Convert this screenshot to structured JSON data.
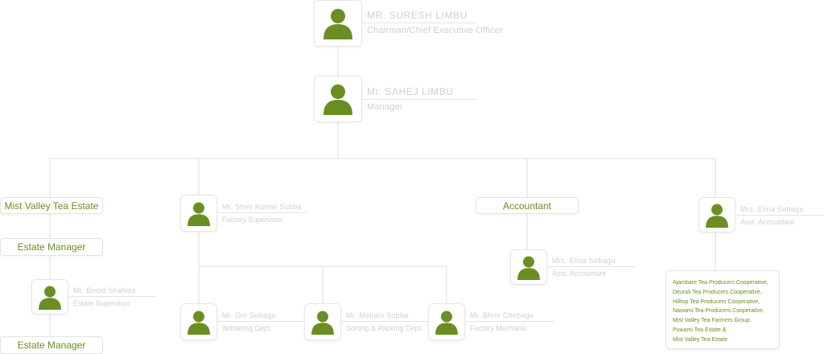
{
  "colors": {
    "accent": "#6b8e23",
    "line": "#dcdcdc",
    "muted": "#cfcfcf"
  },
  "icon": "person-icon",
  "people": {
    "suresh": {
      "name": "MR. SURESH LIMBU",
      "title": "Chairman/Chief Executive Officer"
    },
    "sahej": {
      "name": "Mr. SAHEJ LIMBU",
      "title": "Manager"
    },
    "shim": {
      "name": "Mr. Shim Kumar Subba",
      "title": "Factory Supervisor"
    },
    "elina_top": {
      "name": "Mrs. Elina Sebagu",
      "title": "Asst. Accountant"
    },
    "elina_mid": {
      "name": "Mrs. Elina Sebagu",
      "title": "Asst. Accountant"
    },
    "binod": {
      "name": "Mr. Binod Shahiss",
      "title": "Estate Supervisor"
    },
    "om": {
      "name": "Mr. Om Sebagu",
      "title": "Withering Dept."
    },
    "mehalu": {
      "name": "Mr. Mehalu Subba",
      "title": "Sorting & Packing Dept."
    },
    "bhim": {
      "name": "Mr. Bhim Chebagu",
      "title": "Factory Mechanic"
    }
  },
  "boxes": {
    "mist_valley": "Mist Valley Tea Estate",
    "estate_manager_1": "Estate Manager",
    "accountant": "Accountant",
    "estate_manager_2": "Estate Manager"
  },
  "cooperatives": [
    "Ajambare Tea Producers Cooperative,",
    "Deurali Tea Producers Cooperative,",
    "Hilltop Tea Producers Cooperative,",
    "Nawami Tea Producers Cooperative,",
    "Mist Valley Tea Farmers Group,",
    "Puwami Tea Estate &",
    "Mist Valley Tea Estate"
  ]
}
